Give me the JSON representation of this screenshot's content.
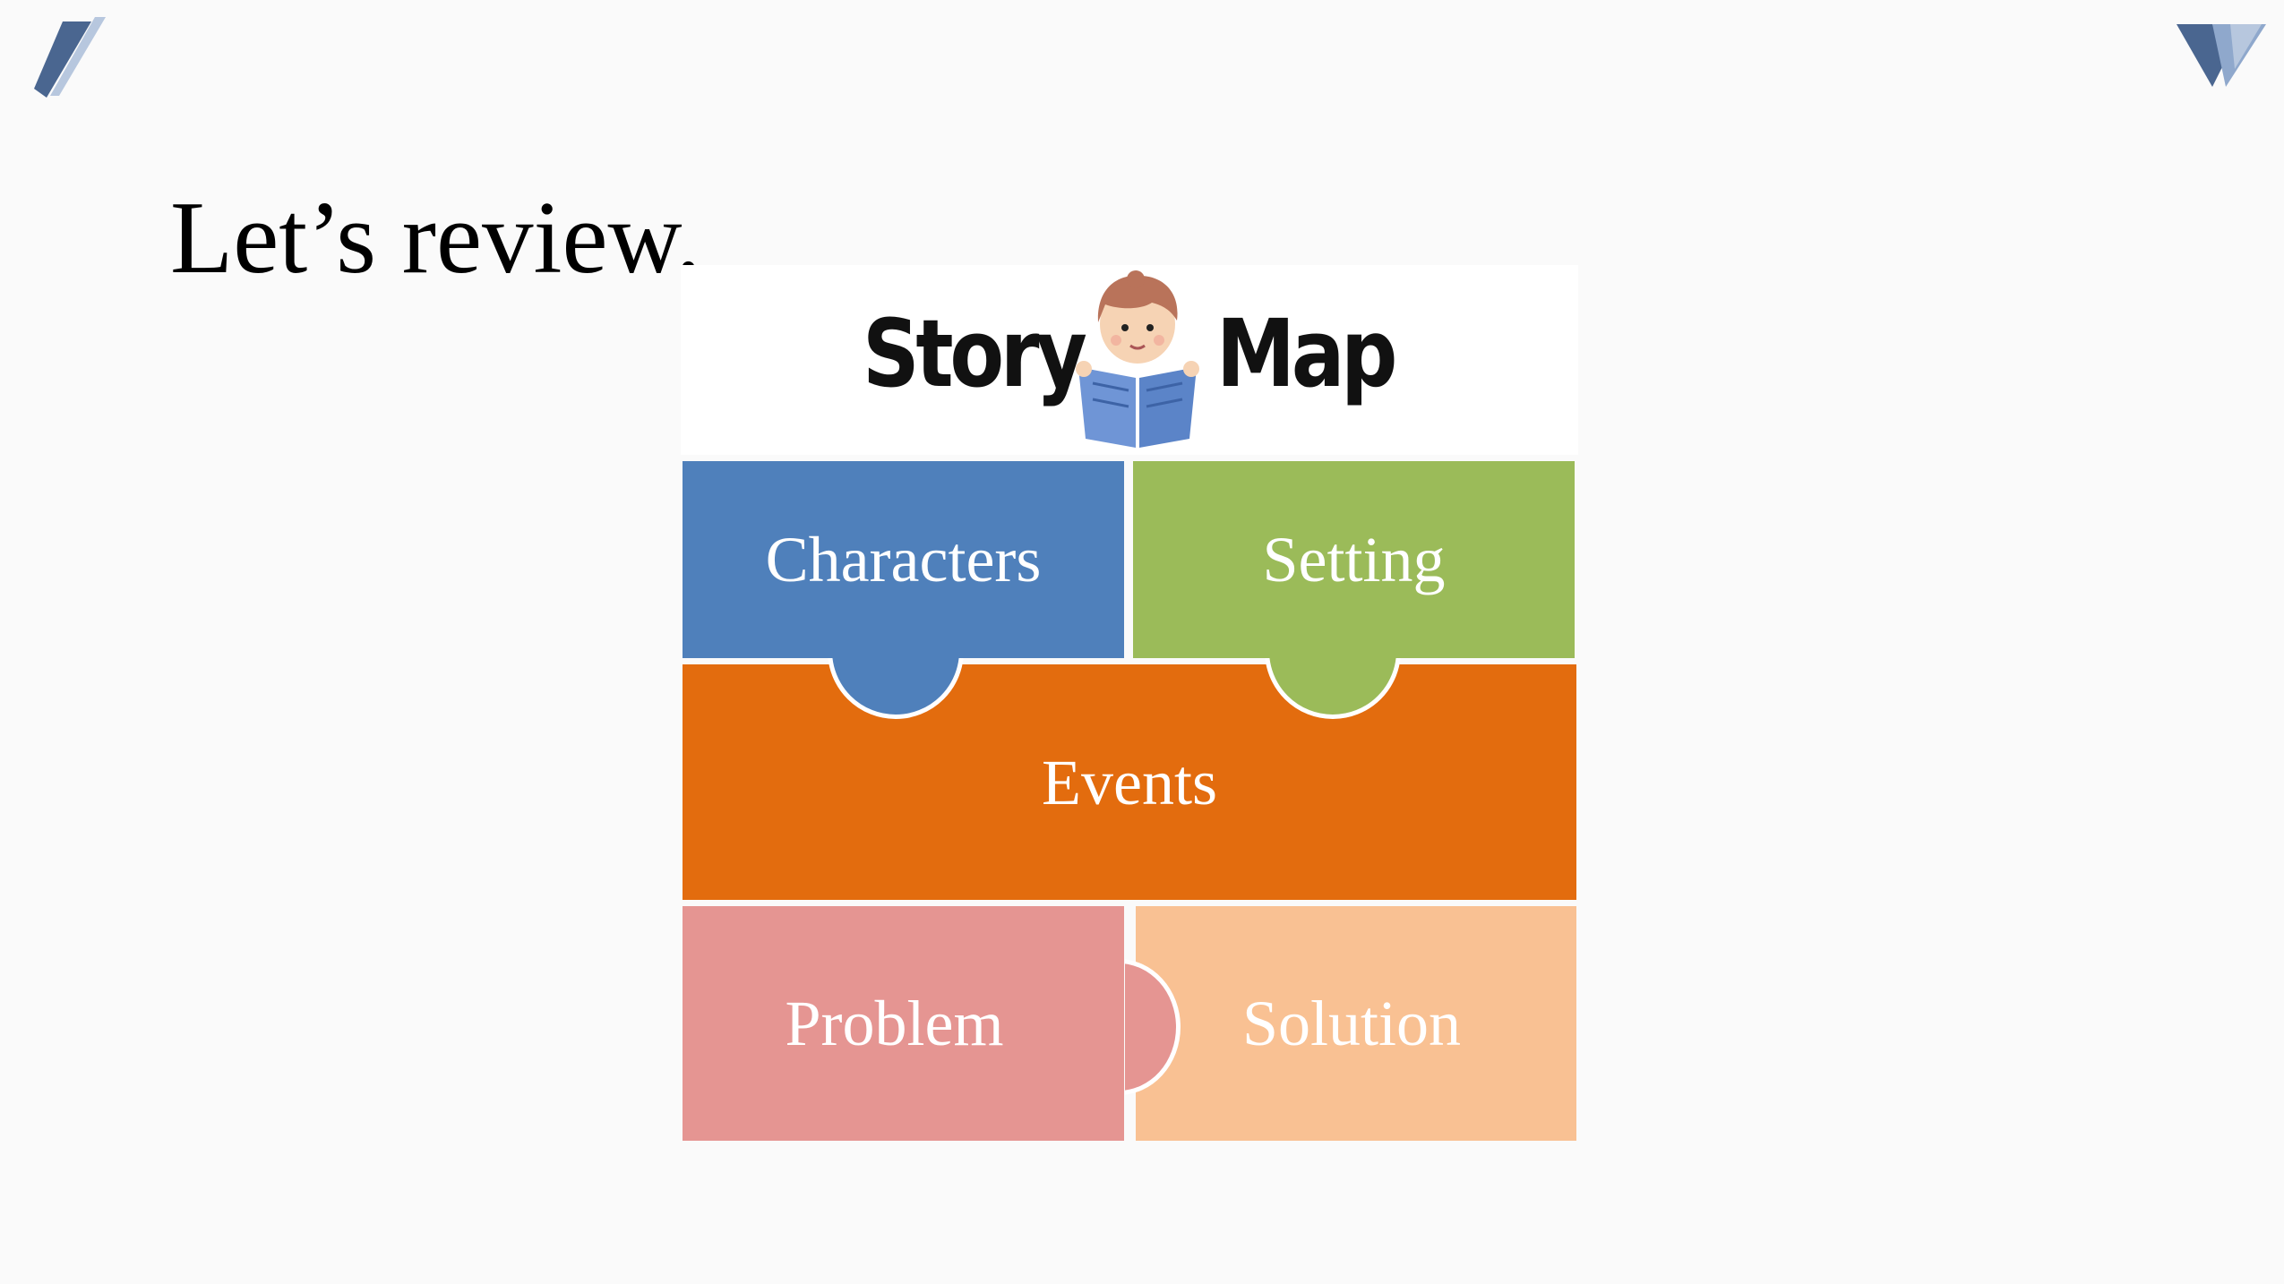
{
  "slide": {
    "title": "Let’s review."
  },
  "story_map": {
    "header": {
      "word_left": "Story",
      "word_right": "Map"
    },
    "pieces": {
      "characters": {
        "label": "Characters",
        "color": "#4f80bb"
      },
      "setting": {
        "label": "Setting",
        "color": "#9bbb59"
      },
      "events": {
        "label": "Events",
        "color": "#e36c0e"
      },
      "problem": {
        "label": "Problem",
        "color": "#e59592"
      },
      "solution": {
        "label": "Solution",
        "color": "#f9c193"
      }
    }
  },
  "decorations": {
    "top_left": "diagonal-stripes-icon",
    "top_right": "chevron-logo-icon",
    "accent_colors": [
      "#4a6690",
      "#8fa8cc",
      "#b7c7de"
    ]
  }
}
